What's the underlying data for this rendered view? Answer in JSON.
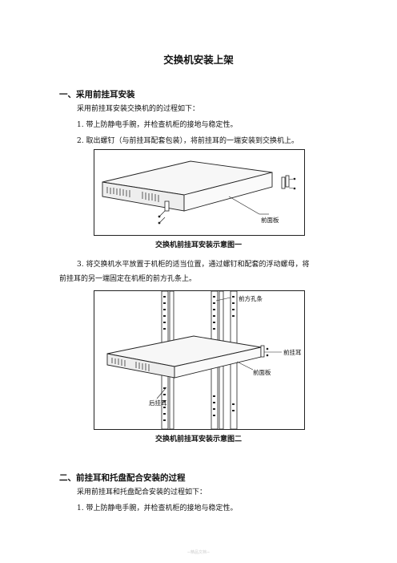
{
  "title": "交换机安装上架",
  "sections": [
    {
      "heading": "一、采用前挂耳安装",
      "intro": "采用前挂耳安装交换机的的过程如下：",
      "steps": [
        "1.  带上防静电手腕，并检查机柜的接地与稳定性。",
        "2.  取出螺钉（与前挂耳配套包装），将前挂耳的一端安装到交换机上。"
      ],
      "figure1": {
        "label_front_panel": "前面板",
        "caption": "交换机前挂耳安装示意图一"
      },
      "step3_line1": "3. 将交换机水平放置于机柜的适当位置，通过螺钉和配套的浮动螺母，将",
      "step3_line2": "前挂耳的另一端固定在机柜的前方孔条上。",
      "figure2": {
        "label_front_rail": "前方孔条",
        "label_front_ear": "前挂耳",
        "label_front_panel": "前面板",
        "label_rear_ear": "后挂耳",
        "caption": "交换机前挂耳安装示意图二"
      }
    },
    {
      "heading": "二、前挂耳和托盘配合安装的过程",
      "intro": "采用前挂耳和托盘配合安装的过程如下：",
      "steps": [
        "1.  带上防静电手腕，并检查机柜的接地与稳定性。"
      ]
    }
  ],
  "footer": "~精品文档~"
}
